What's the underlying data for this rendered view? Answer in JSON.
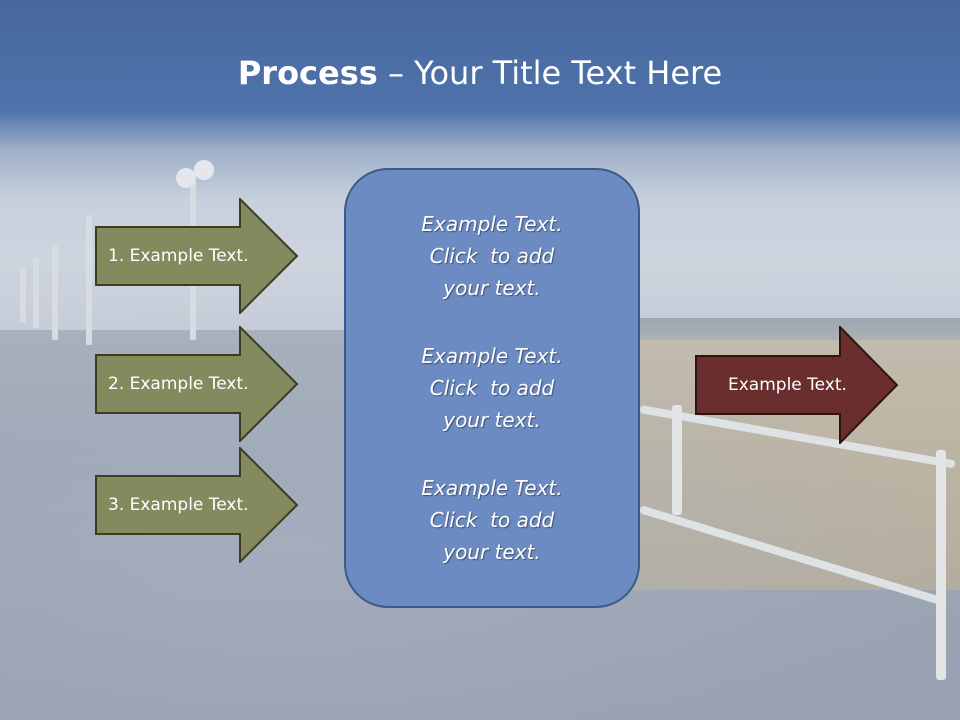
{
  "slide": {
    "title_bold": "Process",
    "title_rest": " – Your Title Text Here"
  },
  "left_arrows": [
    {
      "label": "1. Example Text."
    },
    {
      "label": "2. Example Text."
    },
    {
      "label": "3. Example Text."
    }
  ],
  "center_box": {
    "blocks": [
      {
        "lines": [
          "Example Text.",
          "Click  to add",
          "your text."
        ]
      },
      {
        "lines": [
          "Example Text.",
          "Click  to add",
          "your text."
        ]
      },
      {
        "lines": [
          "Example Text.",
          "Click  to add",
          "your text."
        ]
      }
    ]
  },
  "right_arrow": {
    "label": "Example Text."
  },
  "colors": {
    "title_band": "#4e72aa",
    "left_arrow_fill": "#848a5e",
    "left_arrow_border": "#3a3d24",
    "center_box_fill": "#6b8bc2",
    "right_arrow_fill": "#6a2e2e",
    "text": "#ffffff"
  }
}
